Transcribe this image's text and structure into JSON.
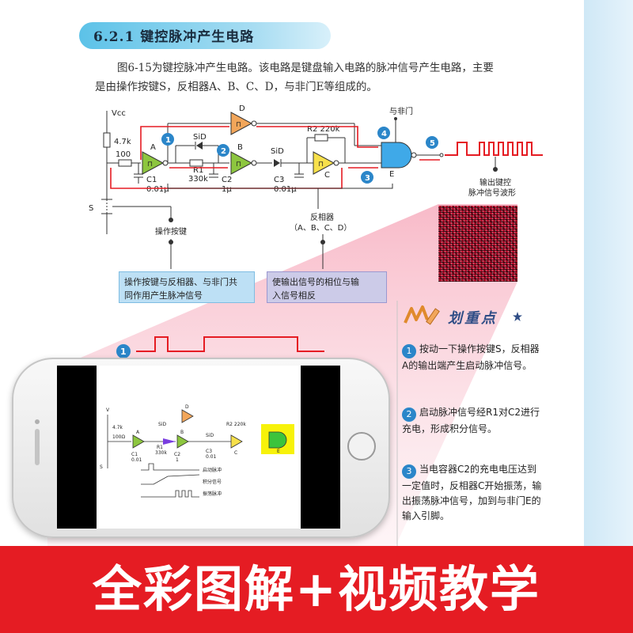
{
  "section": {
    "number": "6.2.1",
    "title": "键控脉冲产生电路"
  },
  "intro": {
    "line1": "图6-15为键控脉冲产生电路。该电路是键盘输入电路的脉冲信号产生电路，主要",
    "line2": "是由操作按键S，反相器A、B、C、D，与非门E等组成的。"
  },
  "circuit": {
    "vcc": "Vcc",
    "r_4k7": "4.7k",
    "r_100": "100",
    "label_A": "A",
    "label_B": "B",
    "label_C": "C",
    "label_D": "D",
    "label_E": "E",
    "sid1": "SiD",
    "sid2": "SiD",
    "r2": "R2 220k",
    "r1": "R1",
    "r1_val": "330k",
    "c1": "C1",
    "c1_val": "0.01μ",
    "c2": "C2",
    "c2_val": "1μ",
    "c3": "C3",
    "c3_val": "0.01μ",
    "switch": "S",
    "nand_label": "与非门",
    "key_label": "操作按键",
    "inverter_label": "反相器",
    "inverter_sub": "（A、B、C、D）",
    "output_label_1": "输出键控",
    "output_label_2": "脉冲信号波形",
    "markers": [
      "1",
      "2",
      "3",
      "4",
      "5"
    ]
  },
  "callouts": {
    "blue": [
      "操作按键与反相器、与非门共",
      "同作用产生脉冲信号"
    ],
    "violet": [
      "使输出信号的相位与输",
      "入信号相反"
    ]
  },
  "keypoints": {
    "title": "划重点",
    "items": [
      {
        "num": "1",
        "lines": [
          "按动一下操作按键S，反相器",
          "A的输出端产生启动脉冲信号。"
        ]
      },
      {
        "num": "2",
        "lines": [
          "启动脉冲信号经R1对C2进行",
          "充电，形成积分信号。"
        ]
      },
      {
        "num": "3",
        "lines": [
          "当电容器C2的充电电压达到",
          "一定值时，反相器C开始振荡，输",
          "出振荡脉冲信号，加到与非门E的",
          "输入引脚。"
        ]
      }
    ]
  },
  "waveform_marker": "1",
  "phone": {
    "vcc": "V",
    "r_4k7": "4.7k",
    "r_100": "100Ω",
    "sid1": "SiD",
    "sid2": "SiD",
    "r2": "R2 220k",
    "label_A": "A",
    "label_B": "B",
    "label_C": "C",
    "label_D": "D",
    "label_E": "E",
    "c1": "C1",
    "c1_val": "0.01",
    "r1": "R1",
    "r1_val": "330k",
    "c2": "C2",
    "c2_val": "1",
    "c3": "C3",
    "c3_val": "0.01",
    "switch": "S",
    "wave1": "启动脉冲",
    "wave2": "积分信号",
    "wave3": "振荡脉冲"
  },
  "banner": {
    "text": "全彩图解+视频教学"
  },
  "colors": {
    "accent_red": "#e51c23",
    "pill_blue": "#5cc2e8",
    "badge_blue": "#2b86c9",
    "gate_green": "#8dc63f",
    "gate_orange": "#f2a65a",
    "gate_yellow": "#f7e04b"
  }
}
